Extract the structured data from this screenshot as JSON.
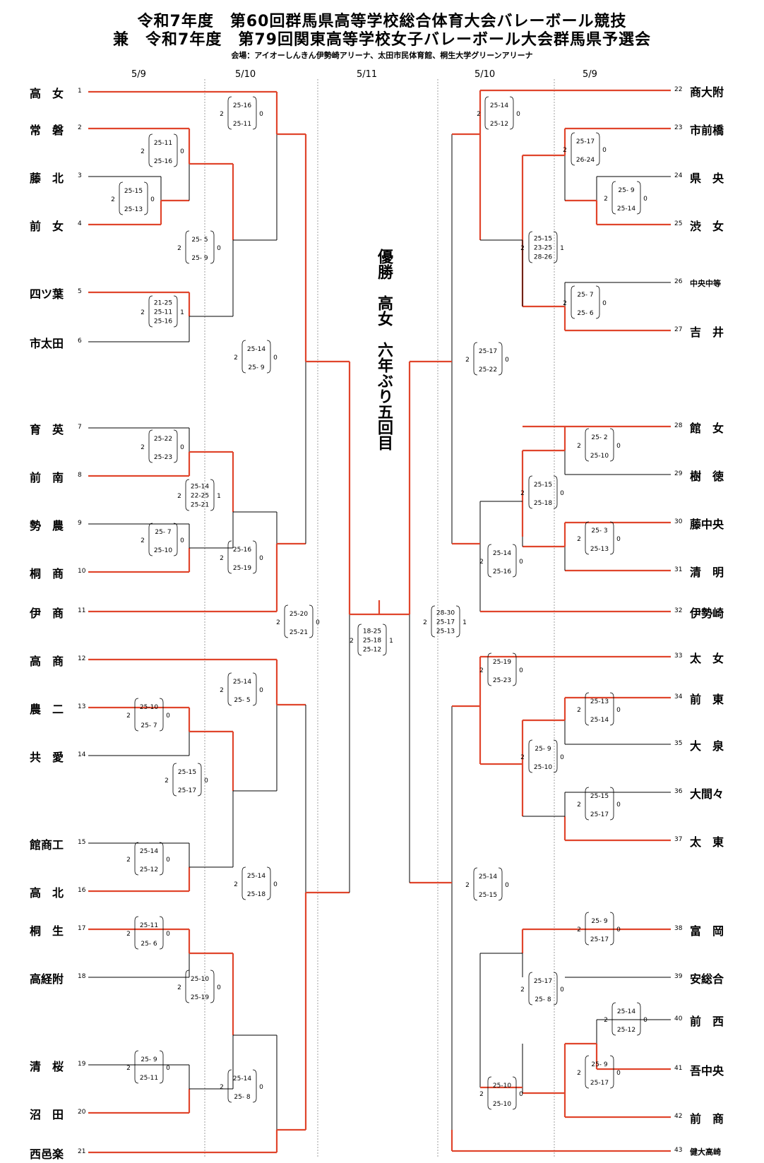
{
  "header": {
    "title_line1": "令和7年度　第60回群馬県高等学校総合体育大会バレーボール競技",
    "title_line2": "兼　令和7年度　第79回関東高等学校女子バレーボール大会群馬県予選会",
    "venue": "会場：アイオーしんきん伊勢崎アリーナ、太田市民体育館、桐生大学グリーンアリーナ"
  },
  "dates": [
    "5/9",
    "5/10",
    "5/11",
    "5/10",
    "5/9"
  ],
  "champion_text": "優勝　高女　六年ぶり五回目",
  "colors": {
    "win": "#e0452c",
    "lose": "#000000",
    "guide": "#888888"
  },
  "left_teams": [
    {
      "num": "1",
      "name": "高　女"
    },
    {
      "num": "2",
      "name": "常　磐"
    },
    {
      "num": "3",
      "name": "藤　北"
    },
    {
      "num": "4",
      "name": "前　女"
    },
    {
      "num": "5",
      "name": "四ツ葉"
    },
    {
      "num": "6",
      "name": "市太田"
    },
    {
      "num": "7",
      "name": "育　英"
    },
    {
      "num": "8",
      "name": "前　南"
    },
    {
      "num": "9",
      "name": "勢　農"
    },
    {
      "num": "10",
      "name": "桐　商"
    },
    {
      "num": "11",
      "name": "伊　商"
    },
    {
      "num": "12",
      "name": "高　商"
    },
    {
      "num": "13",
      "name": "農　二"
    },
    {
      "num": "14",
      "name": "共　愛"
    },
    {
      "num": "15",
      "name": "館商工"
    },
    {
      "num": "16",
      "name": "高　北"
    },
    {
      "num": "17",
      "name": "桐　生"
    },
    {
      "num": "18",
      "name": "高経附"
    },
    {
      "num": "19",
      "name": "清　桜"
    },
    {
      "num": "20",
      "name": "沼　田"
    },
    {
      "num": "21",
      "name": "西邑楽"
    }
  ],
  "right_teams": [
    {
      "num": "22",
      "name": "商大附"
    },
    {
      "num": "23",
      "name": "市前橋"
    },
    {
      "num": "24",
      "name": "県　央"
    },
    {
      "num": "25",
      "name": "渋　女"
    },
    {
      "num": "26",
      "name": "中央中等"
    },
    {
      "num": "27",
      "name": "吉　井"
    },
    {
      "num": "28",
      "name": "館　女"
    },
    {
      "num": "29",
      "name": "樹　徳"
    },
    {
      "num": "30",
      "name": "藤中央"
    },
    {
      "num": "31",
      "name": "清　明"
    },
    {
      "num": "32",
      "name": "伊勢崎"
    },
    {
      "num": "33",
      "name": "太　女"
    },
    {
      "num": "34",
      "name": "前　東"
    },
    {
      "num": "35",
      "name": "大　泉"
    },
    {
      "num": "36",
      "name": "大間々"
    },
    {
      "num": "37",
      "name": "太　東"
    },
    {
      "num": "38",
      "name": "富　岡"
    },
    {
      "num": "39",
      "name": "安総合"
    },
    {
      "num": "40",
      "name": "前　西"
    },
    {
      "num": "41",
      "name": "吾中央"
    },
    {
      "num": "42",
      "name": "前　商"
    },
    {
      "num": "43",
      "name": "健大高崎"
    }
  ],
  "scores": [
    {
      "l": "2",
      "sets": [
        "25-16",
        "25-11"
      ],
      "r": "0"
    },
    {
      "l": "2",
      "sets": [
        "25-11",
        "25-16"
      ],
      "r": "0"
    },
    {
      "l": "2",
      "sets": [
        "25-15",
        "25-13"
      ],
      "r": "0"
    },
    {
      "l": "2",
      "sets": [
        "25- 5",
        "25- 9"
      ],
      "r": "0"
    },
    {
      "l": "2",
      "sets": [
        "21-25",
        "25-11",
        "25-16"
      ],
      "r": "1"
    },
    {
      "l": "2",
      "sets": [
        "25-14",
        "25- 9"
      ],
      "r": "0"
    },
    {
      "l": "2",
      "sets": [
        "25-22",
        "25-23"
      ],
      "r": "0"
    },
    {
      "l": "2",
      "sets": [
        "25-14",
        "22-25",
        "25-21"
      ],
      "r": "1"
    },
    {
      "l": "2",
      "sets": [
        "25- 7",
        "25-10"
      ],
      "r": "0"
    },
    {
      "l": "2",
      "sets": [
        "25-16",
        "25-19"
      ],
      "r": "0"
    },
    {
      "l": "2",
      "sets": [
        "25-20",
        "25-21"
      ],
      "r": "0"
    },
    {
      "l": "2",
      "sets": [
        "25-14",
        "25- 5"
      ],
      "r": "0"
    },
    {
      "l": "2",
      "sets": [
        "25-10",
        "25- 7"
      ],
      "r": "0"
    },
    {
      "l": "2",
      "sets": [
        "25-15",
        "25-17"
      ],
      "r": "0"
    },
    {
      "l": "2",
      "sets": [
        "25-14",
        "25-12"
      ],
      "r": "0"
    },
    {
      "l": "2",
      "sets": [
        "25-14",
        "25-18"
      ],
      "r": "0"
    },
    {
      "l": "2",
      "sets": [
        "25-11",
        "25- 6"
      ],
      "r": "0"
    },
    {
      "l": "2",
      "sets": [
        "25-10",
        "25-19"
      ],
      "r": "0"
    },
    {
      "l": "2",
      "sets": [
        "25- 9",
        "25-11"
      ],
      "r": "0"
    },
    {
      "l": "2",
      "sets": [
        "25-14",
        "25- 8"
      ],
      "r": "0"
    },
    {
      "l": "2",
      "sets": [
        "18-25",
        "25-18",
        "25-12"
      ],
      "r": "1"
    },
    {
      "l": "2",
      "sets": [
        "25-14",
        "25-12"
      ],
      "r": "0"
    },
    {
      "l": "2",
      "sets": [
        "25-17",
        "26-24"
      ],
      "r": "0"
    },
    {
      "l": "2",
      "sets": [
        "25- 9",
        "25-14"
      ],
      "r": "0"
    },
    {
      "l": "2",
      "sets": [
        "25-15",
        "23-25",
        "28-26"
      ],
      "r": "1"
    },
    {
      "l": "2",
      "sets": [
        "25- 7",
        "25- 6"
      ],
      "r": "0"
    },
    {
      "l": "2",
      "sets": [
        "25-17",
        "25-22"
      ],
      "r": "0"
    },
    {
      "l": "2",
      "sets": [
        "25- 2",
        "25-10"
      ],
      "r": "0"
    },
    {
      "l": "2",
      "sets": [
        "25-15",
        "25-18"
      ],
      "r": "0"
    },
    {
      "l": "2",
      "sets": [
        "25- 3",
        "25-13"
      ],
      "r": "0"
    },
    {
      "l": "2",
      "sets": [
        "25-14",
        "25-16"
      ],
      "r": "0"
    },
    {
      "l": "2",
      "sets": [
        "28-30",
        "25-17",
        "25-13"
      ],
      "r": "1"
    },
    {
      "l": "2",
      "sets": [
        "25-19",
        "25-23"
      ],
      "r": "0"
    },
    {
      "l": "2",
      "sets": [
        "25-13",
        "25-14"
      ],
      "r": "0"
    },
    {
      "l": "2",
      "sets": [
        "25- 9",
        "25-10"
      ],
      "r": "0"
    },
    {
      "l": "2",
      "sets": [
        "25-15",
        "25-17"
      ],
      "r": "0"
    },
    {
      "l": "2",
      "sets": [
        "25-14",
        "25-15"
      ],
      "r": "0"
    },
    {
      "l": "2",
      "sets": [
        "25- 9",
        "25-17"
      ],
      "r": "0"
    },
    {
      "l": "2",
      "sets": [
        "25-17",
        "25- 8"
      ],
      "r": "0"
    },
    {
      "l": "2",
      "sets": [
        "25-14",
        "25-12"
      ],
      "r": "0"
    },
    {
      "l": "2",
      "sets": [
        "25- 9",
        "25-17"
      ],
      "r": "0"
    },
    {
      "l": "2",
      "sets": [
        "25-10",
        "25-10"
      ],
      "r": "0"
    }
  ]
}
